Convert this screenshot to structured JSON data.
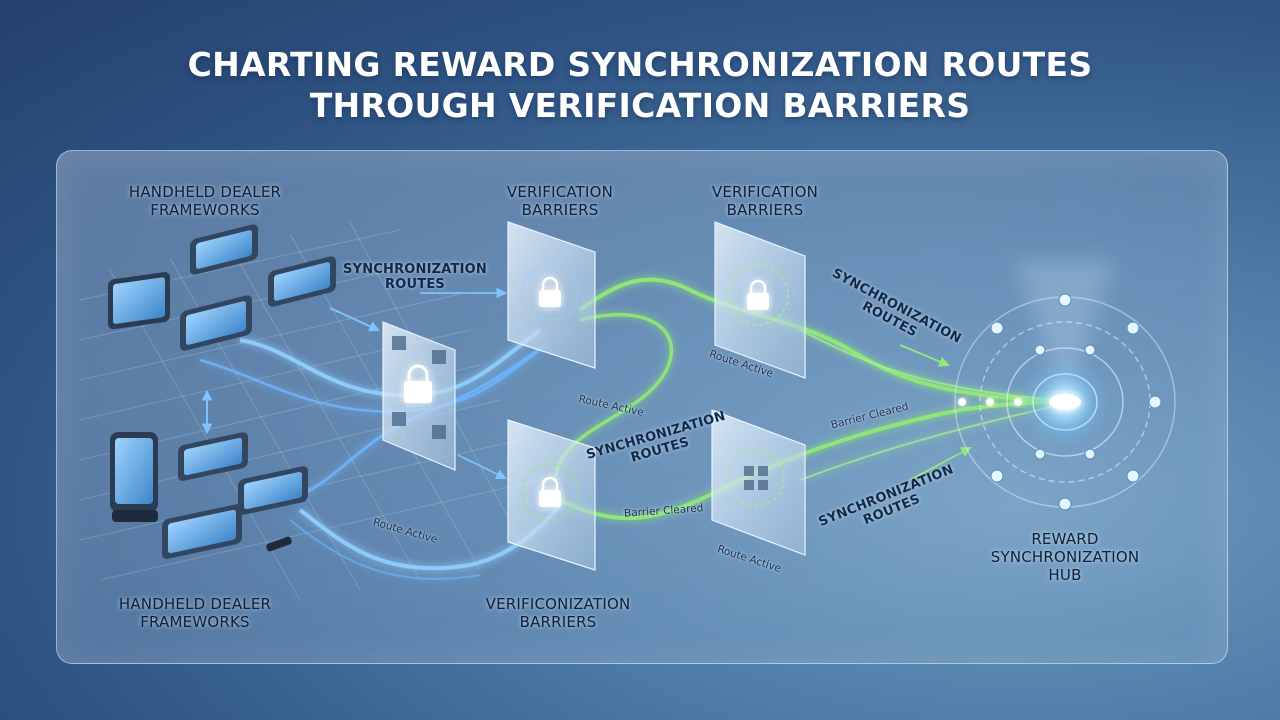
{
  "title": {
    "line1": "CHARTING REWARD SYNCHRONIZATION ROUTES",
    "line2": "THROUGH VERIFICATION BARRIERS"
  },
  "labels": {
    "dealers_top": "HANDHELD DEALER\nFRAMEWORKS",
    "dealers_bottom": "HANDHELD DEALER\nFRAMEWORKS",
    "barrier_1": "VERIFICATION\nBARRIERS",
    "barrier_2": "VERIFICATION\nBARRIERS",
    "barrier_bottom": "VERIFICONIZATION\nBARRIERS",
    "hub": "REWARD\nSYNCHRONIZATION\nHUB",
    "sync_routes_top": "SYNCHRONIZATION\nROUTES",
    "sync_routes_mid": "SYNCHRONIZATION\nROUTES",
    "sync_routes_right_top": "SYNCHRONIZATION\nROUTES",
    "sync_routes_right_bottom": "SYNCHRONIZATION\nROUTES"
  },
  "annotations": {
    "route_active_1": "Route Active",
    "route_active_2": "Route Active",
    "route_active_3": "Route Active",
    "route_active_4": "Route Active",
    "barrier_cleared_1": "Barrier Cleared",
    "barrier_cleared_2": "Barrier Cleared"
  },
  "colors": {
    "blue_route": "#6fb6ff",
    "green_route": "#7fe36a",
    "hub_glow": "#bfeaff",
    "text_dark": "#10243f"
  },
  "icons": [
    "tablet-icon",
    "card-reader-icon",
    "lock-icon",
    "qr-code-icon",
    "hub-node-icon",
    "arrow-icon"
  ]
}
